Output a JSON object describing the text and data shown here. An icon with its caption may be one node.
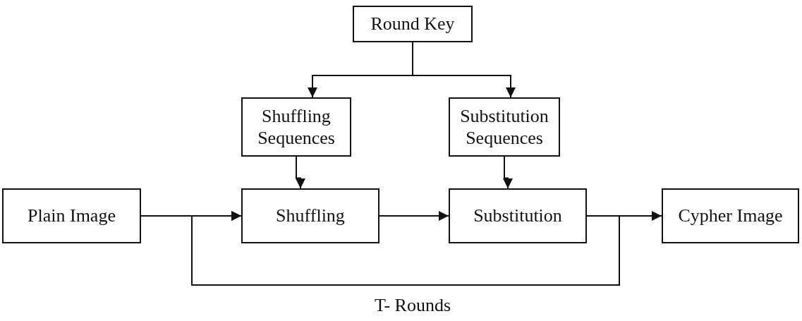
{
  "diagram": {
    "nodes": [
      {
        "text": [
          "Round Key"
        ]
      },
      {
        "text": [
          "Shuffling Sequences"
        ]
      },
      {
        "text": [
          "Substitution Sequences"
        ]
      },
      {
        "text": [
          "Plain Image"
        ]
      },
      {
        "text": [
          "Shuffling"
        ]
      },
      {
        "text": [
          "Substitution"
        ]
      },
      {
        "text": [
          "Cypher Image"
        ]
      }
    ],
    "edges": [
      {
        "from": 0,
        "to": 1,
        "arrow": "to"
      },
      {
        "from": 0,
        "to": 2,
        "arrow": "to"
      },
      {
        "from": 1,
        "to": 4,
        "arrow": "to"
      },
      {
        "from": 2,
        "to": 5,
        "arrow": "to"
      },
      {
        "from": 3,
        "to": 4,
        "arrow": "to"
      },
      {
        "from": 4,
        "to": 5,
        "arrow": "to"
      },
      {
        "from": 5,
        "to": 6,
        "arrow": "to"
      },
      {
        "from": 5,
        "to": 4,
        "arrow": "to",
        "label": "T- Rounds"
      }
    ]
  }
}
